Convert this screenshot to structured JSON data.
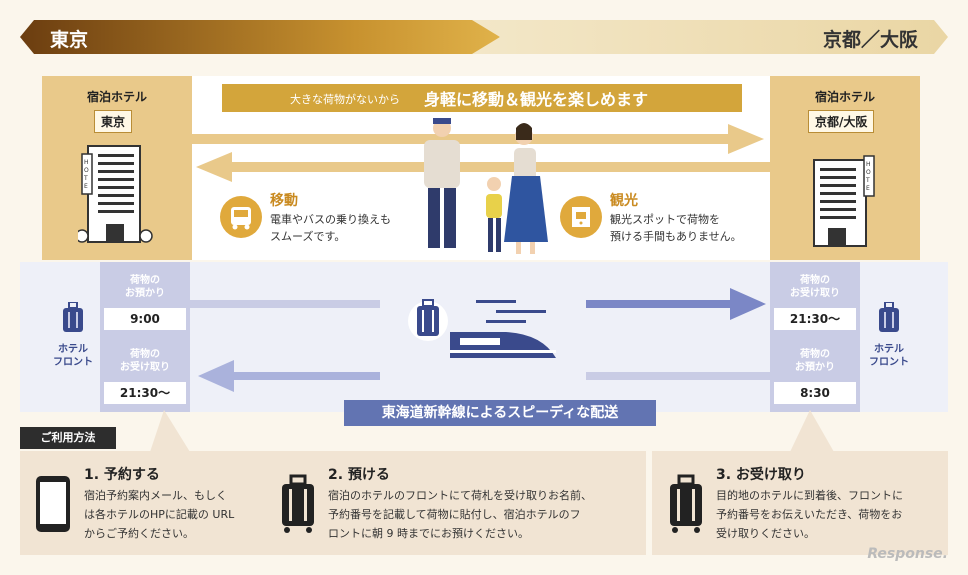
{
  "header": {
    "origin": "東京",
    "destination": "京都／大阪"
  },
  "tagline": {
    "small": "大きな荷物がないから",
    "big": "身軽に移動＆観光を楽しめます"
  },
  "hotels": {
    "left": {
      "title": "宿泊ホテル",
      "city": "東京"
    },
    "right": {
      "title": "宿泊ホテル",
      "city": "京都/大阪"
    }
  },
  "benefits": {
    "move": {
      "title": "移動",
      "text1": "電車やバスの乗り換えも",
      "text2": "スムーズです。"
    },
    "sightseeing": {
      "title": "観光",
      "text1": "観光スポットで荷物を",
      "text2": "預ける手間もありません。"
    }
  },
  "flow": {
    "left_side": {
      "label1": "ホテル",
      "label2": "フロント"
    },
    "right_side": {
      "label1": "ホテル",
      "label2": "フロント"
    },
    "left_top": {
      "label1": "荷物の",
      "label2": "お預かり",
      "time": "9:00"
    },
    "left_bottom": {
      "label1": "荷物の",
      "label2": "お受け取り",
      "time": "21:30〜"
    },
    "right_top": {
      "label1": "荷物の",
      "label2": "お受け取り",
      "time": "21:30〜"
    },
    "right_bottom": {
      "label1": "荷物の",
      "label2": "お預かり",
      "time": "8:30"
    },
    "shinkansen": "東海道新幹線によるスピーディな配送"
  },
  "usage": {
    "tag": "ご利用方法",
    "steps": [
      {
        "title": "1. 予約する",
        "lines": [
          "宿泊予約案内メール、もしく",
          "は各ホテルのHPに記載の URL",
          "からご予約ください。"
        ]
      },
      {
        "title": "2. 預ける",
        "lines": [
          "宿泊のホテルのフロントにて荷札を受け取りお名前、",
          "予約番号を記載して荷物に貼付し、宿泊ホテルのフ",
          "ロントに朝 9 時までにお預けください。"
        ]
      },
      {
        "title": "3. お受け取り",
        "lines": [
          "目的地のホテルに到着後、フロントに",
          "予約番号をお伝えいただき、荷物をお",
          "受け取りください。"
        ]
      }
    ]
  },
  "watermark": "Response.",
  "colors": {
    "gold": "#d3a53b",
    "navy": "#3a4a8c",
    "lavender": "#c9cce5",
    "beige": "#f1e4d3"
  }
}
